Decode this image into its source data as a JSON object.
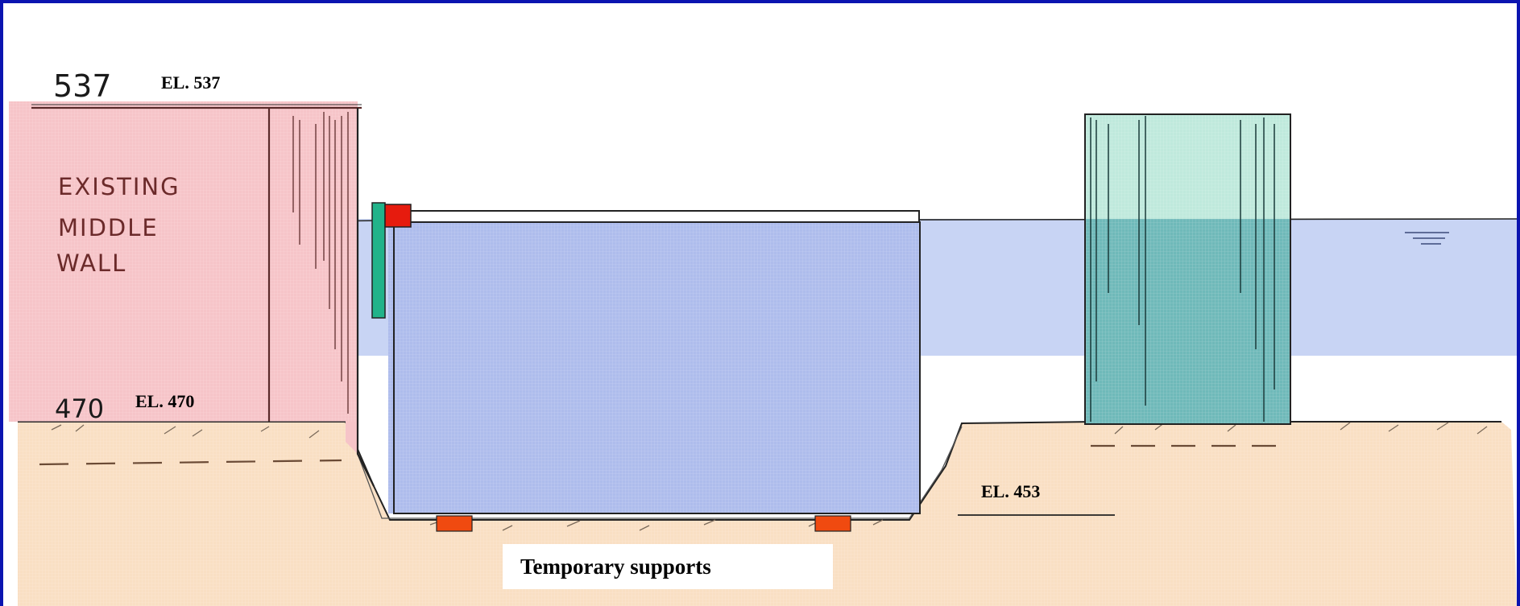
{
  "title": "",
  "existing_wall_label": [
    "EXISTING",
    "MIDDLE",
    "WALL"
  ],
  "elevations": {
    "top": {
      "hand": "537",
      "printed": "EL. 537"
    },
    "mid": {
      "hand": "470",
      "printed": "EL. 470"
    },
    "trench": {
      "printed": "EL. 453"
    }
  },
  "callout": {
    "text": "Temporary supports"
  },
  "colors": {
    "frame": "#0b14b0",
    "water": "#c8d4f4",
    "soil": "#f9dfc3",
    "existing_wall": "#f6c4c8",
    "new_block": "#bfe9dc",
    "support": "#f04a10",
    "guide": "#22b38a"
  }
}
